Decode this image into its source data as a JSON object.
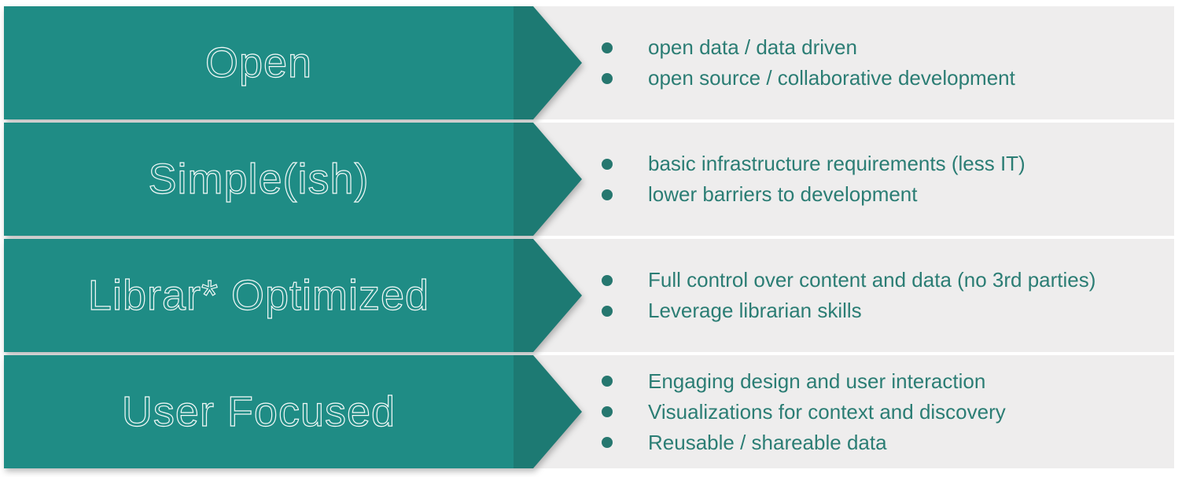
{
  "slide": {
    "rows": [
      {
        "label": "Open",
        "bullets": [
          "open data / data driven",
          "open source / collaborative development"
        ]
      },
      {
        "label": "Simple(ish)",
        "bullets": [
          "basic infrastructure requirements (less IT)",
          "lower barriers to development"
        ]
      },
      {
        "label": "Librar* Optimized",
        "bullets": [
          "Full control over content and data (no 3rd parties)",
          "Leverage librarian skills"
        ]
      },
      {
        "label": "User Focused",
        "bullets": [
          "Engaging design and user interaction",
          "Visualizations for context and discovery",
          "Reusable / shareable data"
        ]
      }
    ]
  },
  "colors": {
    "page_bg": "#FFFFFF",
    "band_bg": "#EEEDED",
    "arrow_body": "#1F8C85",
    "arrow_tip": "#1D7A73",
    "label_text": "#F3F9F8",
    "bullet_text": "#2B7D74",
    "bullet_dot": "#26776F"
  }
}
